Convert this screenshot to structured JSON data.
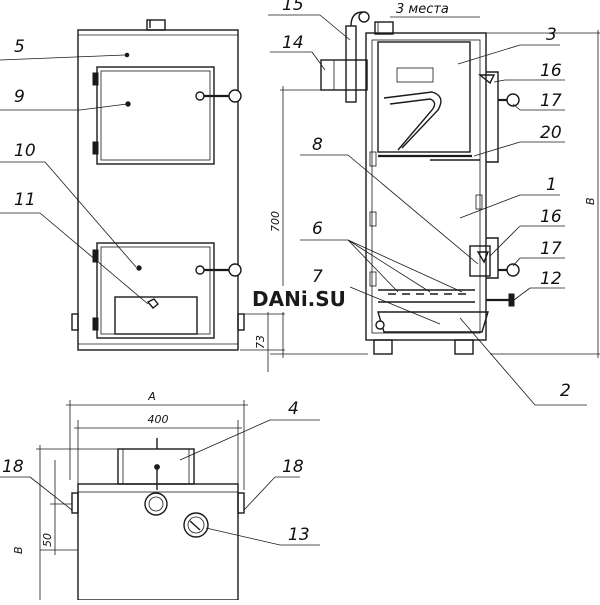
{
  "drawing": {
    "callouts": [
      "5",
      "9",
      "10",
      "11",
      "15",
      "14",
      "3",
      "16",
      "17",
      "20",
      "8",
      "1",
      "6",
      "16",
      "17",
      "7",
      "12",
      "2",
      "4",
      "18",
      "18",
      "13"
    ],
    "note_3_places": "3 места",
    "dimensions": {
      "height_700": "700",
      "height_73": "73",
      "height_B_side": "B",
      "width_A": "A",
      "width_400": "400",
      "height_50": "50",
      "height_B_top": "B"
    },
    "watermark": "DANi.SU"
  }
}
